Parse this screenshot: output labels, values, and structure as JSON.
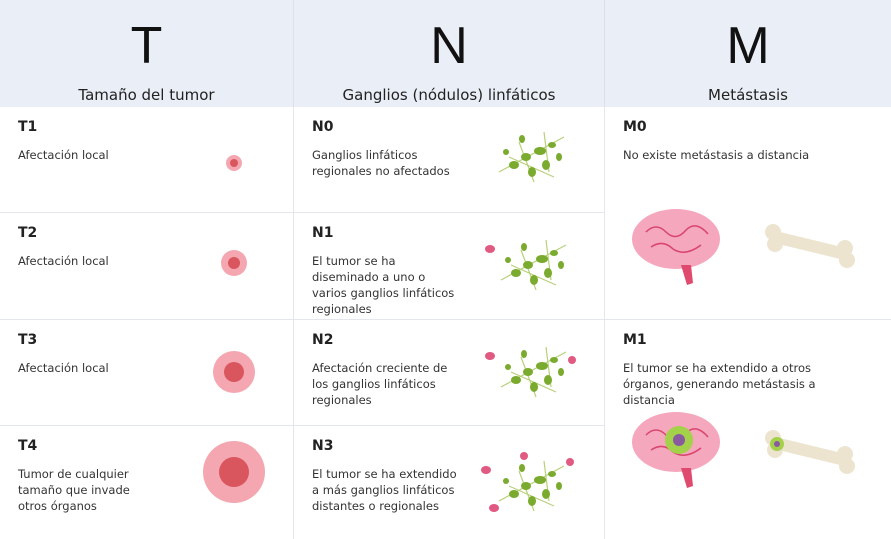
{
  "columns": [
    {
      "letter": "T",
      "title": "Tamaño del tumor"
    },
    {
      "letter": "N",
      "title": "Ganglios (nódulos) linfáticos"
    },
    {
      "letter": "M",
      "title": "Metástasis"
    }
  ],
  "t": [
    {
      "code": "T1",
      "desc": "Afectación local"
    },
    {
      "code": "T2",
      "desc": "Afectación local"
    },
    {
      "code": "T3",
      "desc": "Afectación local"
    },
    {
      "code": "T4",
      "desc": "Tumor de cualquier tamaño que invade otros órganos"
    }
  ],
  "n": [
    {
      "code": "N0",
      "desc": "Ganglios linfáticos regionales no afectados"
    },
    {
      "code": "N1",
      "desc": "El tumor se ha diseminado a uno o varios ganglios linfáticos regionales"
    },
    {
      "code": "N2",
      "desc": "Afectación creciente de los ganglios linfáticos regionales"
    },
    {
      "code": "N3",
      "desc": "El tumor se ha extendido a más ganglios linfáticos distantes o regionales"
    }
  ],
  "m": [
    {
      "code": "M0",
      "desc": "No existe metástasis a distancia"
    },
    {
      "code": "M1",
      "desc": "El tumor se ha extendido a otros órganos, generando metástasis a distancia"
    }
  ]
}
